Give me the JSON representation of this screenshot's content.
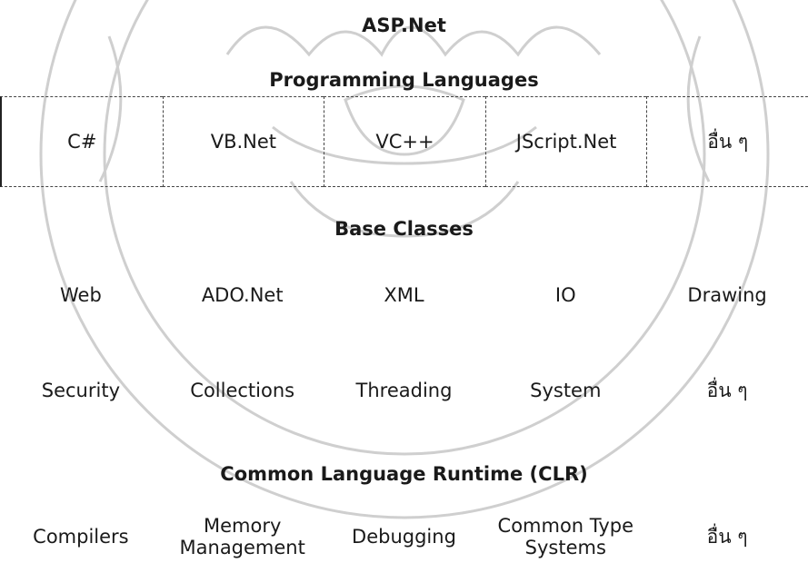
{
  "title": "ASP.Net",
  "programming_languages": {
    "heading": "Programming Languages",
    "items": [
      "C#",
      "VB.Net",
      "VC++",
      "JScript.Net",
      "อื่น ๆ"
    ]
  },
  "base_classes": {
    "heading": "Base Classes",
    "row1": [
      "Web",
      "ADO.Net",
      "XML",
      "IO",
      "Drawing"
    ],
    "row2": [
      "Security",
      "Collections",
      "Threading",
      "System",
      "อื่น ๆ"
    ]
  },
  "clr": {
    "heading": "Common Language Runtime (CLR)",
    "compilers": "Compilers",
    "memory": [
      "Memory",
      "Management"
    ],
    "debugging": "Debugging",
    "cts": [
      "Common Type",
      "Systems"
    ],
    "others": "อื่น ๆ"
  },
  "colors": {
    "text": "#1a1a1a",
    "watermark": "#c8c8c8"
  }
}
